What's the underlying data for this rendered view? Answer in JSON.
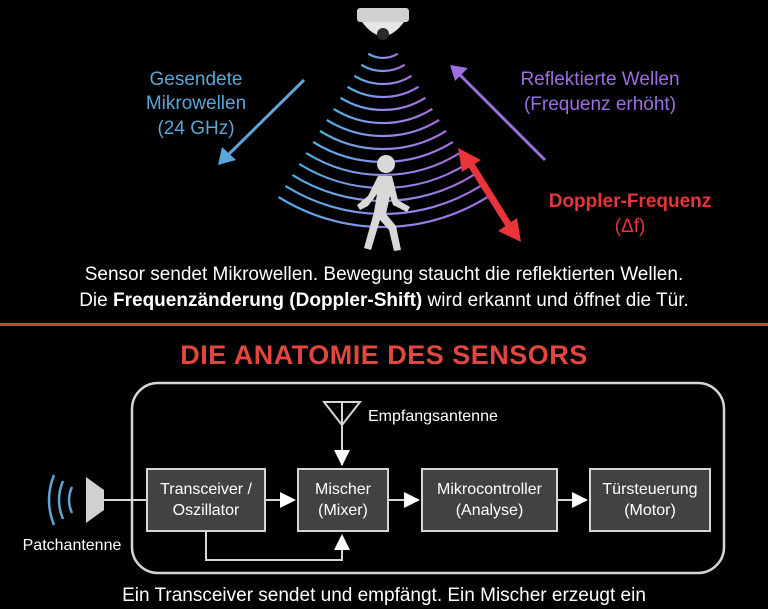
{
  "top": {
    "sent_waves_label": [
      "Gesendete",
      "Mikrowellen",
      "(24 GHz)"
    ],
    "reflected_waves_label": [
      "Reflektierte Wellen",
      "(Frequenz erhöht)"
    ],
    "doppler_label": [
      "Doppler-Frequenz",
      "(Δf)"
    ],
    "caption_line1": "Sensor sendet Mikrowellen. Bewegung staucht die reflektierten Wellen.",
    "caption_line2_pre": "Die ",
    "caption_line2_bold": "Frequenzänderung (Doppler-Shift)",
    "caption_line2_post": " wird erkannt und öffnet die Tür."
  },
  "anatomy": {
    "title": "DIE ANATOMIE DES SENSORS",
    "receive_antenna_label": "Empfangsantenne",
    "patch_antenna_label": "Patchantenne",
    "blocks": [
      {
        "line1": "Transceiver /",
        "line2": "Oszillator"
      },
      {
        "line1": "Mischer",
        "line2": "(Mixer)"
      },
      {
        "line1": "Mikrocontroller",
        "line2": "(Analyse)"
      },
      {
        "line1": "Türsteuerung",
        "line2": "(Motor)"
      }
    ],
    "bottom_text": "Ein Transceiver sendet und empfängt. Ein Mischer erzeugt ein"
  },
  "colors": {
    "sent": "#5aa6d8",
    "reflected": "#9b6fe0",
    "doppler": "#e8343a",
    "accent_red": "#e2463f"
  }
}
